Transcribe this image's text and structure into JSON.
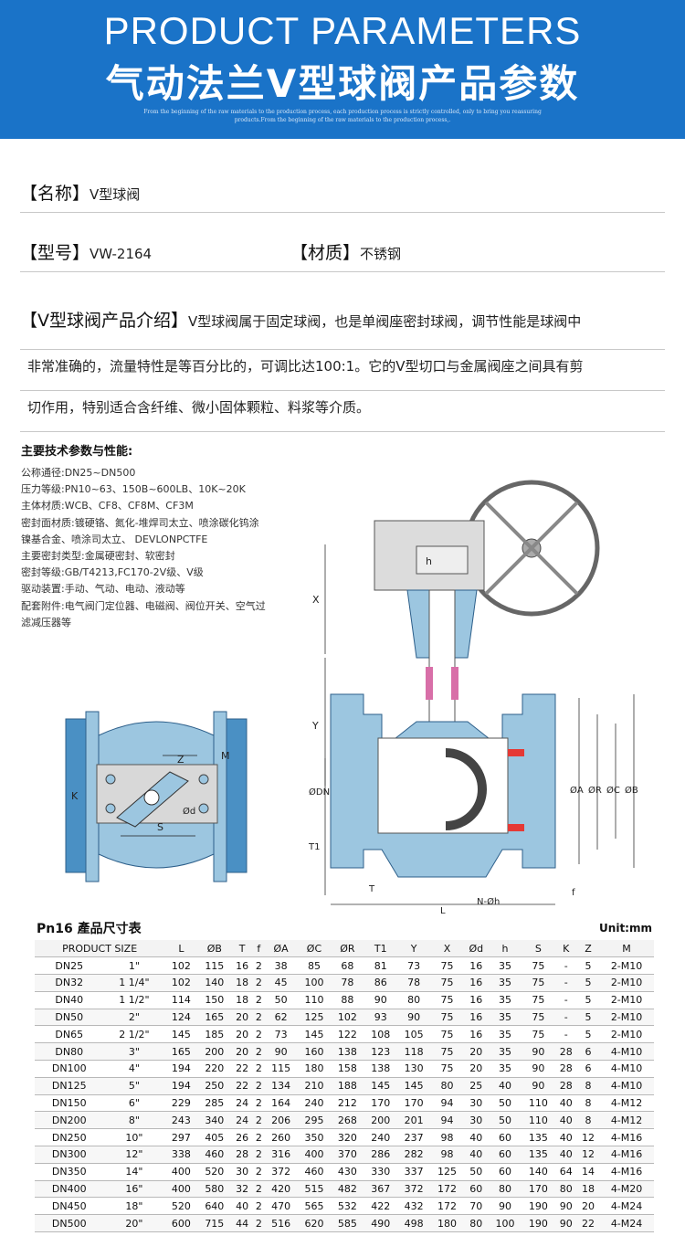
{
  "banner": {
    "title_en": "PRODUCT PARAMETERS",
    "title_cn": "气动法兰V型球阀产品参数",
    "subtitle": "From the beginning of the raw materials to the production process, each production process is strictly controlled, only to bring you reassuring products.From the beginning of the raw materials to the production process,."
  },
  "info": {
    "name_label": "【名称】",
    "name_value": "V型球阀",
    "model_label": "【型号】",
    "model_value": "VW-2164",
    "material_label": "【材质】",
    "material_value": "不锈钢",
    "intro_label": "【V型球阀产品介绍】",
    "intro_line1": "V型球阀属于固定球阀，也是单阀座密封球阀，调节性能是球阀中",
    "intro_line2": "非常准确的，流量特性是等百分比的，可调比达100:1。它的V型切口与金属阀座之间具有剪",
    "intro_line3": "切作用，特别适合含纤维、微小固体颗粒、料浆等介质。"
  },
  "specs": {
    "title": "主要技术参数与性能:",
    "items": [
      "公称通径:DN25~DN500",
      "压力等级:PN10~63、150B~600LB、10K~20K",
      "主体材质:WCB、CF8、CF8M、CF3M",
      "密封面材质:镀硬铬、氮化-堆焊司太立、喷涂碳化钨涂",
      "镍基合金、喷涂司太立、 DEVLONPCTFE",
      "主要密封类型:金属硬密封、软密封",
      "密封等级:GB/T4213,FC170-2V级、V级",
      "驱动装置:手动、气动、电动、液动等",
      "配套附件:电气阀门定位器、电磁阀、阀位开关、空气过",
      "滤减压器等"
    ]
  },
  "drawing_labels": {
    "h": "h",
    "x": "X",
    "y": "Y",
    "dn": "ØDN",
    "t1": "T1",
    "t": "T",
    "nh": "N-Øh",
    "l": "L",
    "f": "f",
    "a": "ØA",
    "r": "ØR",
    "c": "ØC",
    "b": "ØB",
    "z": "Z",
    "m": "M",
    "k": "K",
    "s": "S",
    "d": "Ød"
  },
  "table": {
    "title": "Pn16 產品尺寸表",
    "unit": "Unit:mm",
    "headers": [
      "PRODUCT SIZE",
      "",
      "L",
      "ØB",
      "T",
      "f",
      "ØA",
      "ØC",
      "ØR",
      "T1",
      "Y",
      "X",
      "Ød",
      "h",
      "S",
      "K",
      "Z",
      "M"
    ],
    "rows": [
      [
        "DN25",
        "1\"",
        "102",
        "115",
        "16",
        "2",
        "38",
        "85",
        "68",
        "81",
        "73",
        "75",
        "16",
        "35",
        "75",
        "-",
        "5",
        "2-M10"
      ],
      [
        "DN32",
        "1 1/4\"",
        "102",
        "140",
        "18",
        "2",
        "45",
        "100",
        "78",
        "86",
        "78",
        "75",
        "16",
        "35",
        "75",
        "-",
        "5",
        "2-M10"
      ],
      [
        "DN40",
        "1 1/2\"",
        "114",
        "150",
        "18",
        "2",
        "50",
        "110",
        "88",
        "90",
        "80",
        "75",
        "16",
        "35",
        "75",
        "-",
        "5",
        "2-M10"
      ],
      [
        "DN50",
        "2\"",
        "124",
        "165",
        "20",
        "2",
        "62",
        "125",
        "102",
        "93",
        "90",
        "75",
        "16",
        "35",
        "75",
        "-",
        "5",
        "2-M10"
      ],
      [
        "DN65",
        "2 1/2\"",
        "145",
        "185",
        "20",
        "2",
        "73",
        "145",
        "122",
        "108",
        "105",
        "75",
        "16",
        "35",
        "75",
        "-",
        "5",
        "2-M10"
      ],
      [
        "DN80",
        "3\"",
        "165",
        "200",
        "20",
        "2",
        "90",
        "160",
        "138",
        "123",
        "118",
        "75",
        "20",
        "35",
        "90",
        "28",
        "6",
        "4-M10"
      ],
      [
        "DN100",
        "4\"",
        "194",
        "220",
        "22",
        "2",
        "115",
        "180",
        "158",
        "138",
        "130",
        "75",
        "20",
        "35",
        "90",
        "28",
        "6",
        "4-M10"
      ],
      [
        "DN125",
        "5\"",
        "194",
        "250",
        "22",
        "2",
        "134",
        "210",
        "188",
        "145",
        "145",
        "80",
        "25",
        "40",
        "90",
        "28",
        "8",
        "4-M10"
      ],
      [
        "DN150",
        "6\"",
        "229",
        "285",
        "24",
        "2",
        "164",
        "240",
        "212",
        "170",
        "170",
        "94",
        "30",
        "50",
        "110",
        "40",
        "8",
        "4-M12"
      ],
      [
        "DN200",
        "8\"",
        "243",
        "340",
        "24",
        "2",
        "206",
        "295",
        "268",
        "200",
        "201",
        "94",
        "30",
        "50",
        "110",
        "40",
        "8",
        "4-M12"
      ],
      [
        "DN250",
        "10\"",
        "297",
        "405",
        "26",
        "2",
        "260",
        "350",
        "320",
        "240",
        "237",
        "98",
        "40",
        "60",
        "135",
        "40",
        "12",
        "4-M16"
      ],
      [
        "DN300",
        "12\"",
        "338",
        "460",
        "28",
        "2",
        "316",
        "400",
        "370",
        "286",
        "282",
        "98",
        "40",
        "60",
        "135",
        "40",
        "12",
        "4-M16"
      ],
      [
        "DN350",
        "14\"",
        "400",
        "520",
        "30",
        "2",
        "372",
        "460",
        "430",
        "330",
        "337",
        "125",
        "50",
        "60",
        "140",
        "64",
        "14",
        "4-M16"
      ],
      [
        "DN400",
        "16\"",
        "400",
        "580",
        "32",
        "2",
        "420",
        "515",
        "482",
        "367",
        "372",
        "172",
        "60",
        "80",
        "170",
        "80",
        "18",
        "4-M20"
      ],
      [
        "DN450",
        "18\"",
        "520",
        "640",
        "40",
        "2",
        "470",
        "565",
        "532",
        "422",
        "432",
        "172",
        "70",
        "90",
        "190",
        "90",
        "20",
        "4-M24"
      ],
      [
        "DN500",
        "20\"",
        "600",
        "715",
        "44",
        "2",
        "516",
        "620",
        "585",
        "490",
        "498",
        "180",
        "80",
        "100",
        "190",
        "90",
        "22",
        "4-M24"
      ]
    ]
  },
  "colors": {
    "banner": "#1a73c8",
    "valve_body": "#9cc6e0",
    "valve_dark": "#4a90c4",
    "actuator_grey": "#dcdcdc"
  }
}
